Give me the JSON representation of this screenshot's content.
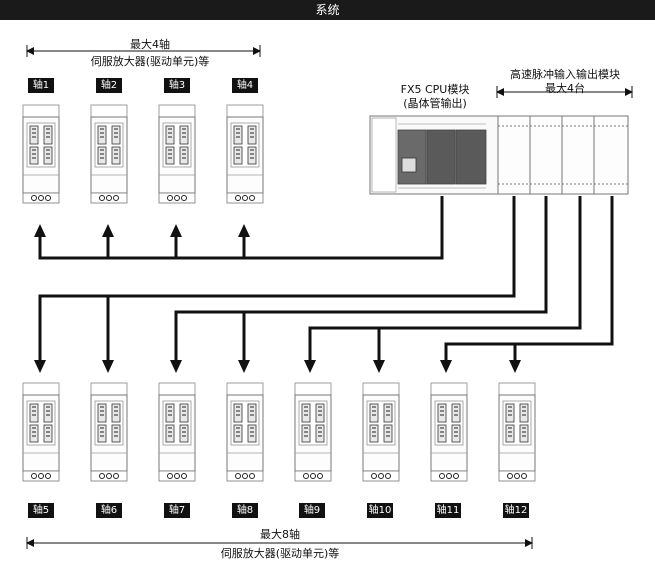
{
  "title": "系统",
  "top_group": {
    "max_label": "最大4轴",
    "unit_label": "伺服放大器(驱动单元)等"
  },
  "bottom_group": {
    "max_label": "最大8轴",
    "unit_label": "伺服放大器(驱动单元)等"
  },
  "cpu": {
    "line1": "FX5 CPU模块",
    "line2": "(晶体管输出)"
  },
  "hs_module": {
    "line1": "高速脉冲输入输出模块",
    "line2": "最大4台"
  },
  "top_axes": [
    "轴1",
    "轴2",
    "轴3",
    "轴4"
  ],
  "bottom_axes": [
    "轴5",
    "轴6",
    "轴7",
    "轴8",
    "轴9",
    "轴10",
    "轴11",
    "轴12"
  ]
}
